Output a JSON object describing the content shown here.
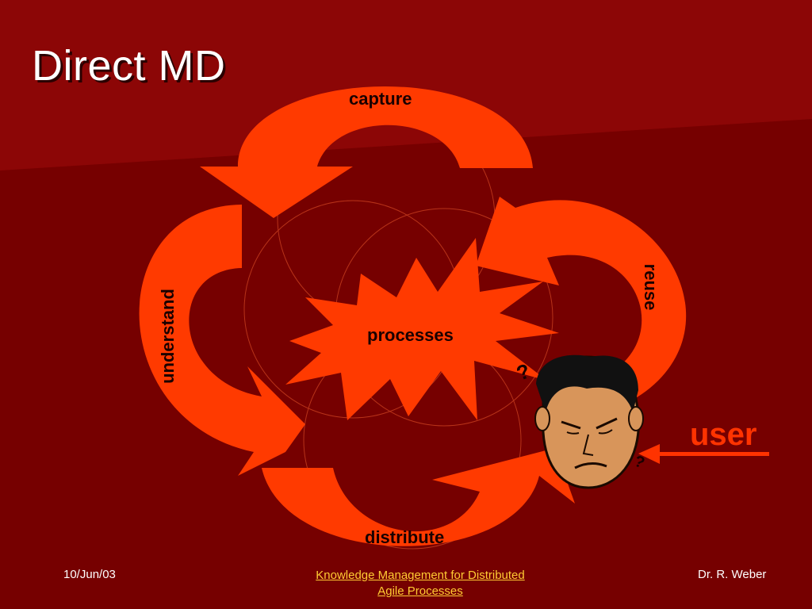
{
  "slide": {
    "title": "Direct MD",
    "cycle_labels": {
      "capture": "capture",
      "reuse": "reuse",
      "distribute": "distribute",
      "understand": "understand"
    },
    "center_label": "processes",
    "user_label": "user",
    "question_marks": [
      "?",
      "?"
    ]
  },
  "footer": {
    "date": "10/Jun/03",
    "title_line1": "Knowledge Management for Distributed",
    "title_line2": "Agile Processes",
    "author": "Dr. R. Weber"
  },
  "colors": {
    "background": "#7a0000",
    "background_light": "#8e0a0a",
    "arrow": "#ff3a00",
    "text_dark": "#1a0000",
    "title": "#ffffff",
    "user_label": "#ff3300",
    "footer_link": "#ffcc33"
  }
}
